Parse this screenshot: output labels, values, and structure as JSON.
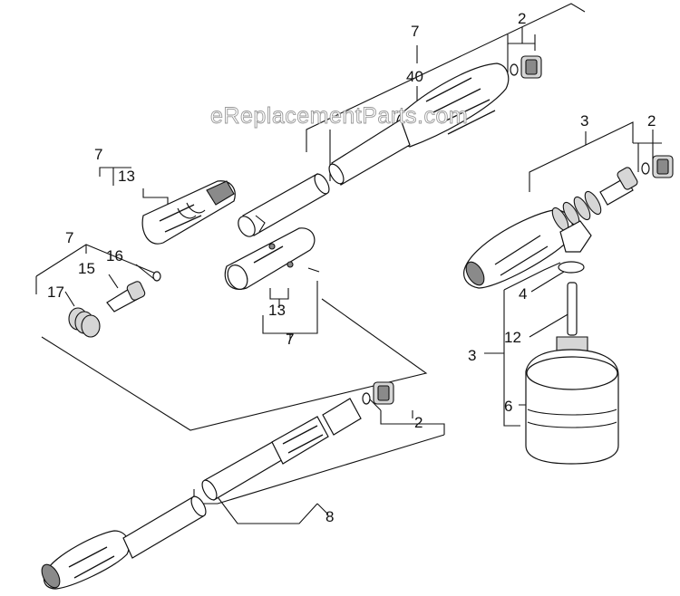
{
  "watermark": "eReplacementParts.com",
  "callouts": [
    {
      "id": "c7-top",
      "text": "7"
    },
    {
      "id": "c40",
      "text": "40"
    },
    {
      "id": "c2-top",
      "text": "2"
    },
    {
      "id": "c3-top",
      "text": "3"
    },
    {
      "id": "c2-right",
      "text": "2"
    },
    {
      "id": "c7-left",
      "text": "7"
    },
    {
      "id": "c13-left",
      "text": "13"
    },
    {
      "id": "c7-mid-left",
      "text": "7"
    },
    {
      "id": "c16",
      "text": "16"
    },
    {
      "id": "c15",
      "text": "15"
    },
    {
      "id": "c17",
      "text": "17"
    },
    {
      "id": "c13-center",
      "text": "13"
    },
    {
      "id": "c7-center",
      "text": "7"
    },
    {
      "id": "c4",
      "text": "4"
    },
    {
      "id": "c12",
      "text": "12"
    },
    {
      "id": "c3-side",
      "text": "3"
    },
    {
      "id": "c6",
      "text": "6"
    },
    {
      "id": "c2-bottom",
      "text": "2"
    },
    {
      "id": "c8",
      "text": "8"
    }
  ]
}
